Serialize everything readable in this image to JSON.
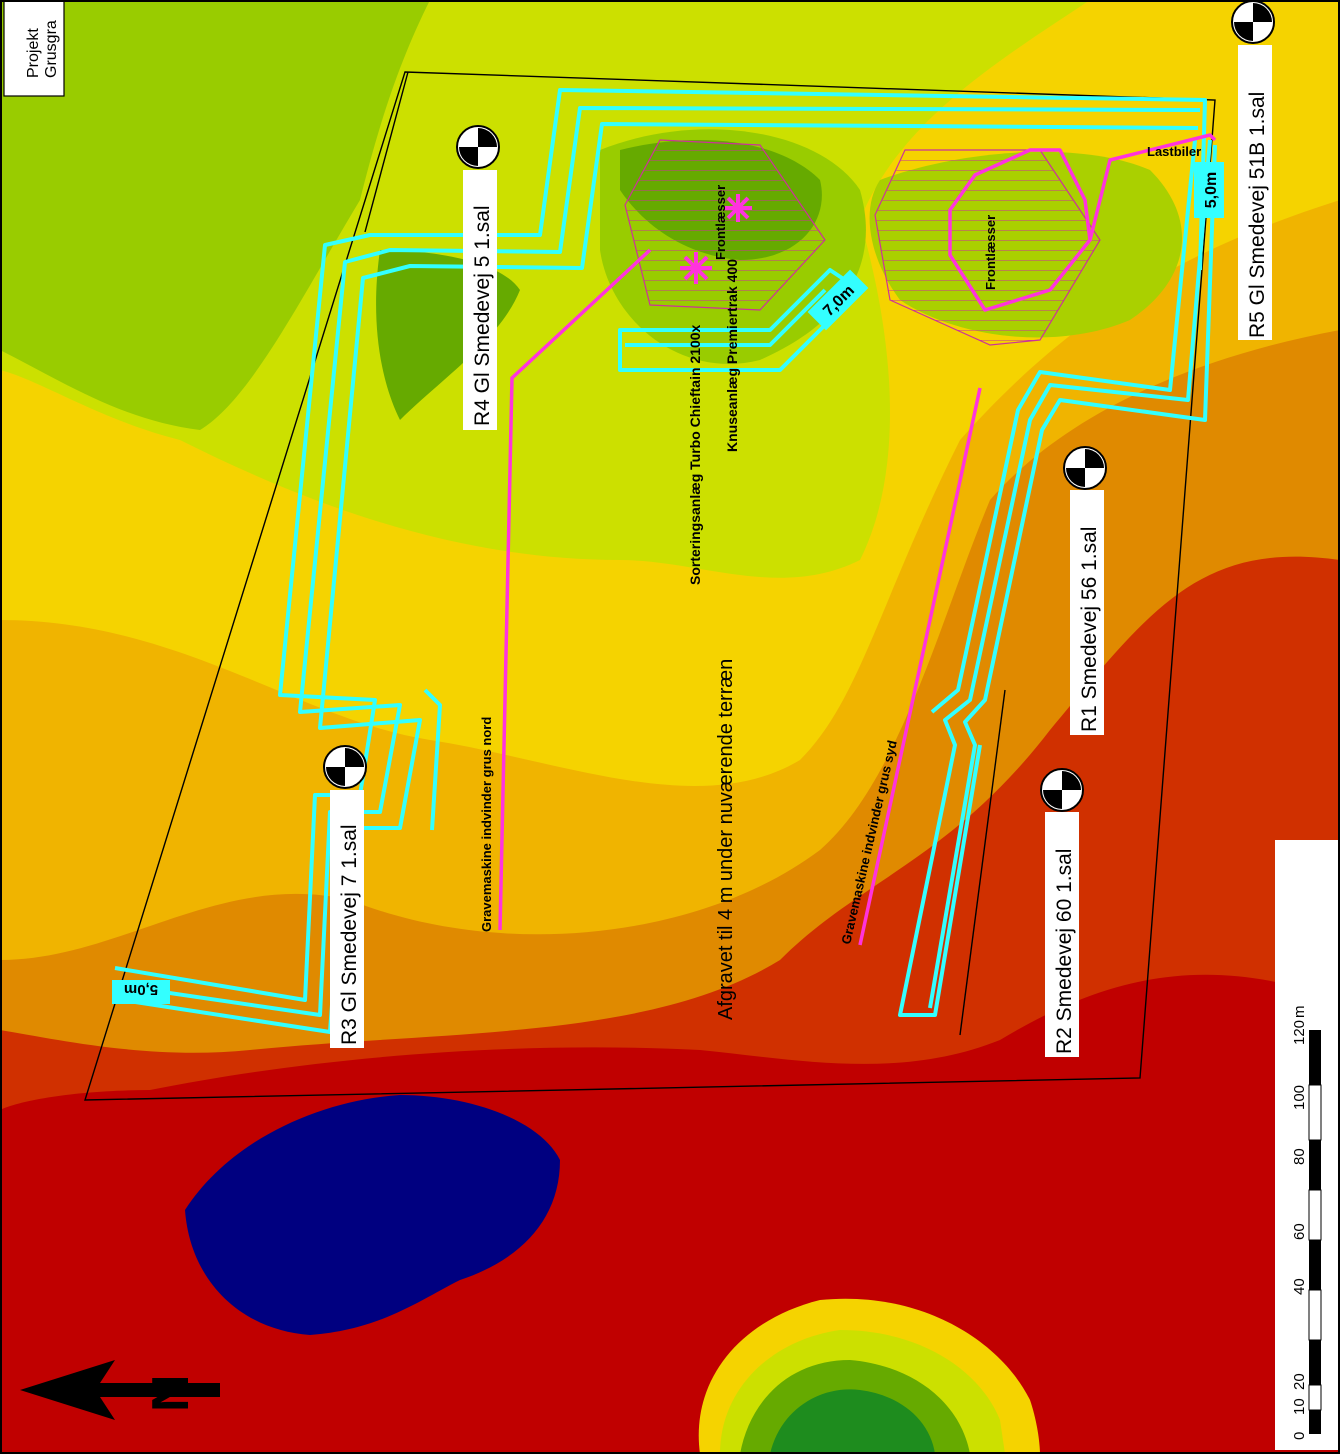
{
  "map": {
    "project_text": {
      "line1": "Projekt",
      "line2": "Grusgra"
    },
    "main_label": "Afgravet til 4 m under nuværende terræn",
    "receivers": [
      {
        "label": "R1 Smedevej 56 1.sal"
      },
      {
        "label": "R2 Smedevej 60 1.sal"
      },
      {
        "label": "R3 Gl Smedevej 7 1.sal"
      },
      {
        "label": "R4 Gl Smedevej 5 1.sal"
      },
      {
        "label": "R5 Gl Smedevej 51B 1.sal"
      }
    ],
    "sources": {
      "sortering": "Sorteringsanlæg Turbo Chieftain 2100x",
      "knuse": "Knuseanlæg Premiertrak 400",
      "frontlaesser_1": "Frontlæsser",
      "frontlaesser_2": "Frontlæsser",
      "lastbiler": "Lastbiler",
      "grave_nord": "Gravemaskine indvinder grus nord",
      "grave_syd": "Gravemaskine indvinder grus syd"
    },
    "barriers": {
      "height_a": "5,0m",
      "height_b": "7,0m",
      "height_c": "5,0m"
    },
    "scale_bar": {
      "ticks": [
        "0",
        "10",
        "20",
        "40",
        "60",
        "80",
        "100",
        "120"
      ],
      "unit": "m"
    },
    "north_arrow": {
      "letter": "N"
    },
    "colors": {
      "barrier": "#33ffff",
      "source_line": "#ff33dd",
      "water": "#000080",
      "level_low_green": "#1e8c1e",
      "level_green": "#99cc00",
      "level_yellow_green": "#cce000",
      "level_yellow": "#f5d300",
      "level_orange": "#e08a00",
      "level_red_orange": "#d03000",
      "level_red": "#c00000"
    }
  }
}
